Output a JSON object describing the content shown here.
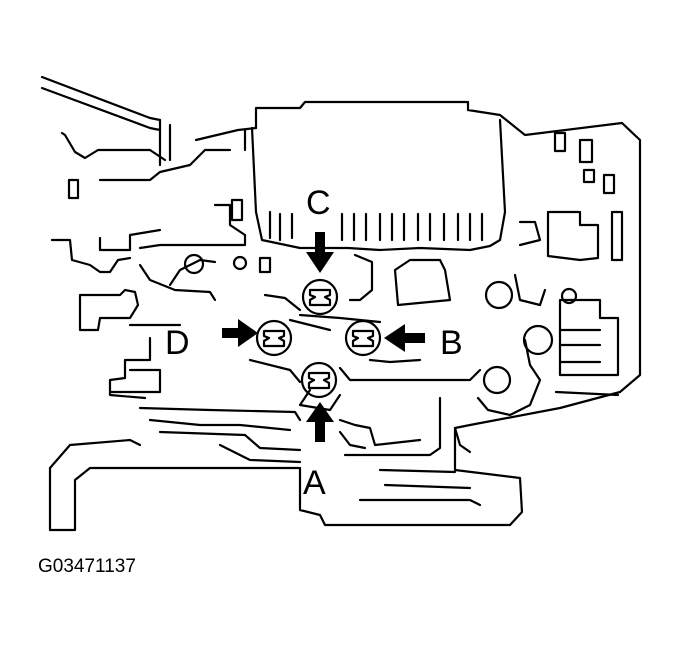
{
  "labels": {
    "a": "A",
    "b": "B",
    "c": "C",
    "d": "D"
  },
  "figure_id": "G03471137",
  "colors": {
    "ink": "#000000",
    "paper": "#ffffff"
  }
}
